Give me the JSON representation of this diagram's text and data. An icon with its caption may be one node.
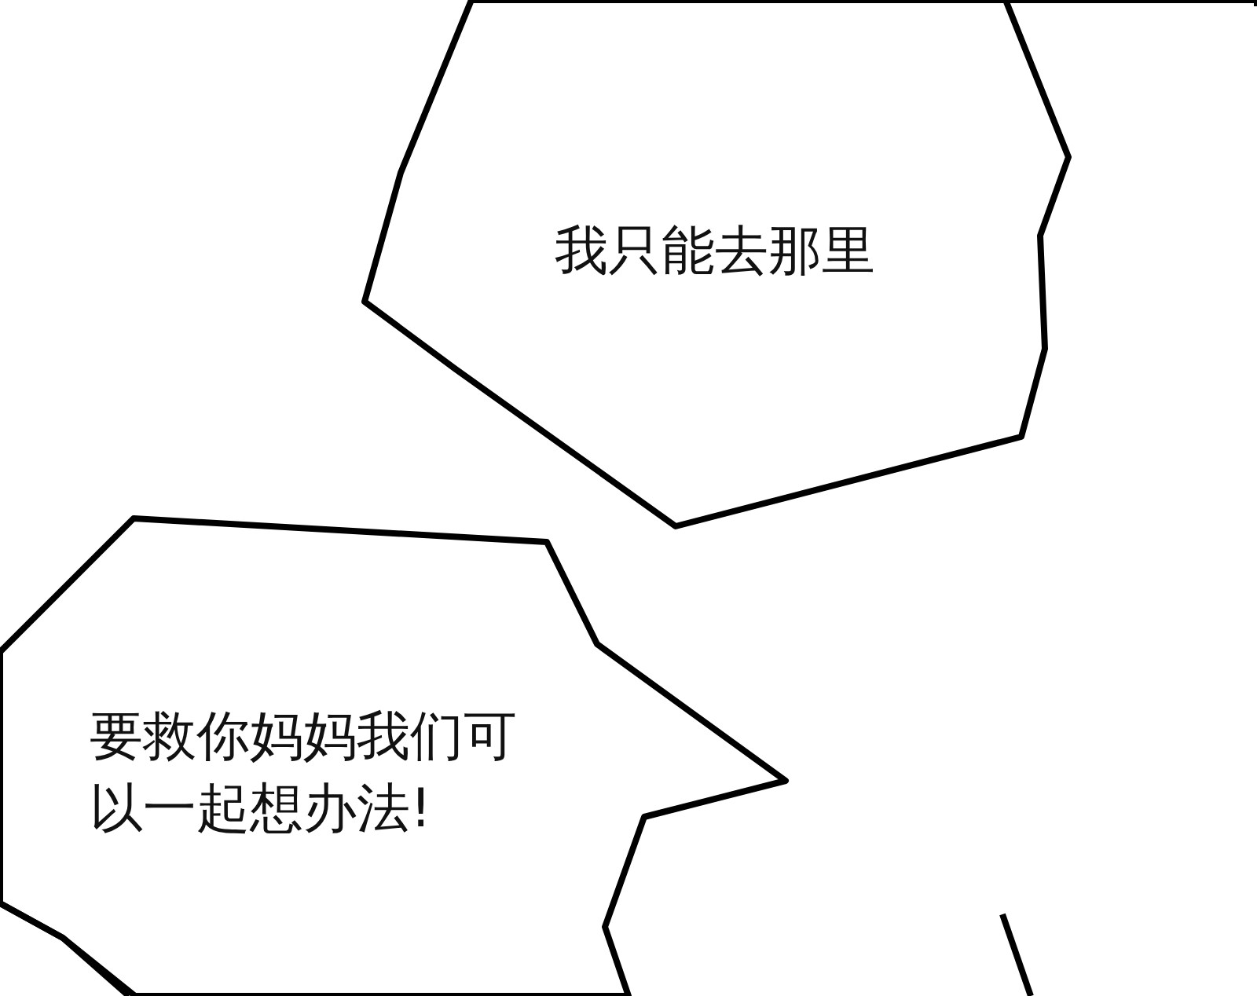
{
  "diagram": {
    "nodes": [
      {
        "text": [],
        "shape": "cloud"
      },
      {
        "text": [
          "我只能去那里"
        ]
      },
      {
        "text": [
          "要救你妈妈我们可以一起想办法!"
        ]
      },
      {
        "text": [],
        "shape": "cloud"
      },
      {
        "text": [],
        "shape": "cloud"
      }
    ]
  }
}
